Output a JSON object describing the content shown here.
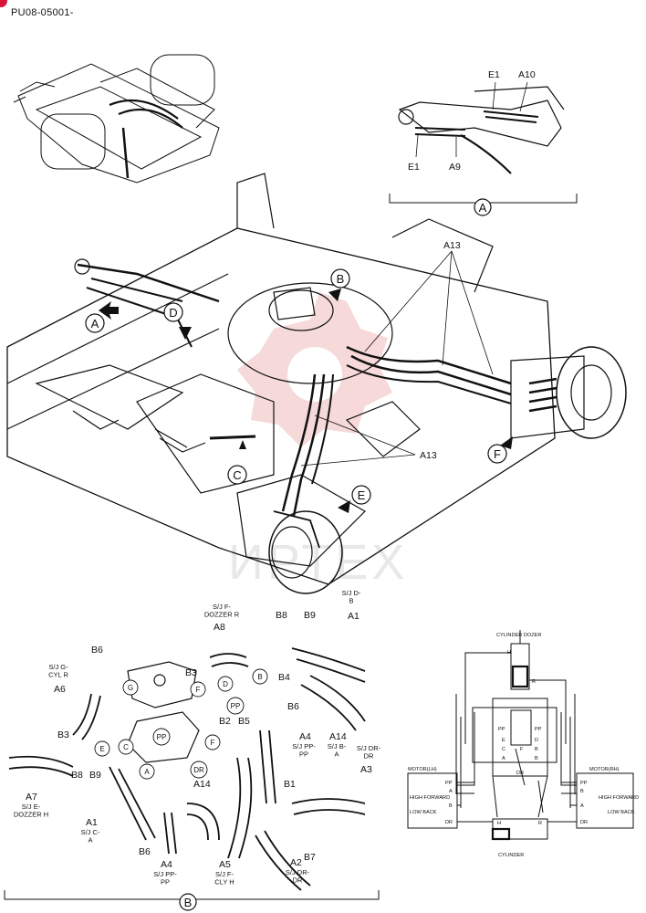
{
  "document": {
    "code": "PU08-05001-",
    "watermark": "ИРТЕХ"
  },
  "detail_a": {
    "label": "A",
    "parts": [
      "E1",
      "A10",
      "E1",
      "A9"
    ]
  },
  "main_view": {
    "arrows": [
      "A",
      "B",
      "C",
      "D",
      "E",
      "F"
    ],
    "hose_group_label": "A13"
  },
  "detail_b": {
    "label": "B",
    "callouts": {
      "b6_top": "B6",
      "b6_bottom": "B6",
      "b6_right": "B6",
      "b3_top": "B3",
      "b3_left": "B3",
      "b8_top": "B8",
      "b8_left": "B8",
      "b9_top": "B9",
      "b9_left": "B9",
      "b4": "B4",
      "b2": "B2",
      "b5": "B5",
      "b1": "B1",
      "b7": "B7",
      "a8": "A8",
      "a1_top": "A1",
      "a1_bottom": "A1",
      "a6": "A6",
      "a4_right": "A4",
      "a4_bottom": "A4",
      "a14_right": "A14",
      "a14_mid": "A14",
      "a7": "A7",
      "a3": "A3",
      "a5": "A5",
      "a2": "A2"
    },
    "notes": {
      "sj_f_dozer_r": "S/J F-\nDOZZER R",
      "sj_d_b": "S/J D-\nB",
      "sj_g_cyl_r": "S/J G-\nCYL R",
      "sj_pp_pp_right": "S/J PP-\nPP",
      "sj_b_a": "S/J B-\nA",
      "sj_dr_dr_right": "S/J DR-\nDR",
      "sj_e_dozzer_h": "S/J E-\nDOZZER H",
      "sj_c_a": "S/J C-\nA",
      "sj_pp_pp_bottom": "S/J PP-\nPP",
      "sj_f_cly_h": "S/J F-\nCLY H",
      "sj_dr_dr_bottom": "S/J DR-\nDR"
    },
    "port_circles": [
      "G",
      "F",
      "D",
      "B",
      "PP",
      "E",
      "C",
      "PP",
      "F",
      "A",
      "DR"
    ]
  },
  "schematic": {
    "cylinder_dozer": "CYLINDER DOZER",
    "cylinder": "CYLINDER",
    "motor_lh": "MOTOR(LH)",
    "motor_rh": "MOTOR(RH)",
    "high_forward": "HIGH FORWARD",
    "low_back": "LOW BACK",
    "port_h": "H",
    "port_r": "R",
    "ports_lh": [
      "PP",
      "A",
      "B",
      "DR"
    ],
    "ports_rh": [
      "PP",
      "B",
      "A",
      "DR"
    ],
    "swivel_ports_left": [
      "PP",
      "E",
      "C",
      "A"
    ],
    "swivel_ports_right": [
      "PP",
      "D",
      "B",
      "B"
    ],
    "swivel_bottom": [
      "F",
      "DR"
    ]
  }
}
